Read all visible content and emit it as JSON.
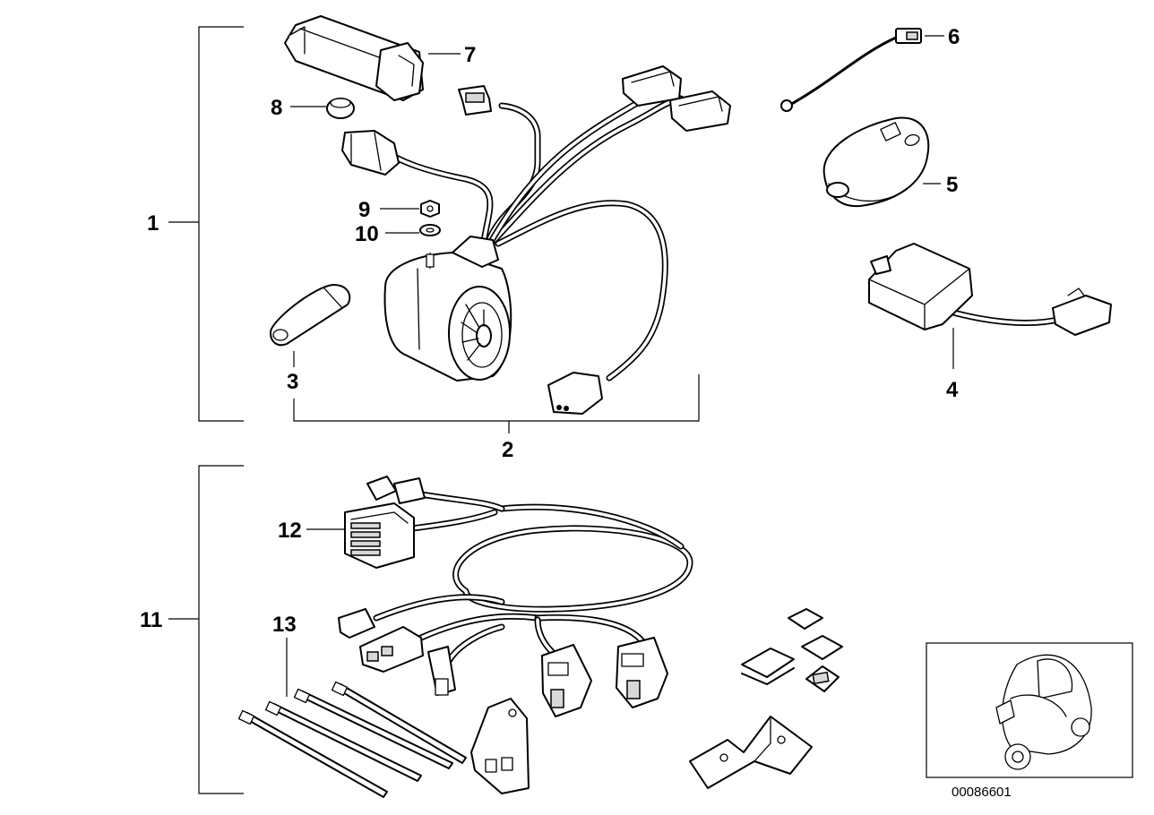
{
  "diagram": {
    "callouts": {
      "c1": "1",
      "c2": "2",
      "c3": "3",
      "c4": "4",
      "c5": "5",
      "c6": "6",
      "c7": "7",
      "c8": "8",
      "c9": "9",
      "c10": "10",
      "c11": "11",
      "c12": "12",
      "c13": "13"
    },
    "doc_id": "00086601",
    "icons": {
      "remote": "remote-control-icon",
      "siren": "alarm-siren-icon",
      "scooter": "scooter-thumbnail-icon"
    }
  }
}
